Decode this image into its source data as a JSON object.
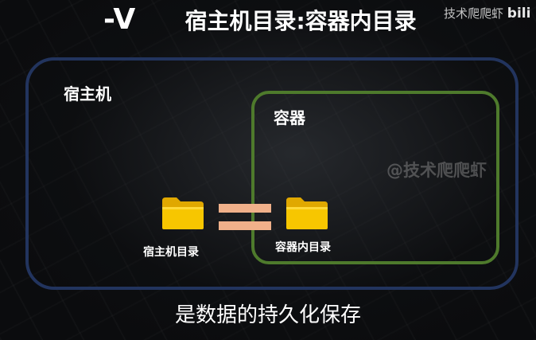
{
  "title": {
    "flag": "-V",
    "text": "宿主机目录:容器内目录"
  },
  "watermark": {
    "top": "技术爬爬虾",
    "bili": "bili",
    "center": "@技术爬爬虾"
  },
  "diagram": {
    "host_label": "宿主机",
    "container_label": "容器",
    "host_dir_label": "宿主机目录",
    "container_dir_label": "容器内目录",
    "colors": {
      "host_border": "#22345e",
      "container_border": "#4e7a2c",
      "equals": "#f0b08a",
      "folder": "#f5c400"
    }
  },
  "subtitle": "是数据的持久化保存"
}
